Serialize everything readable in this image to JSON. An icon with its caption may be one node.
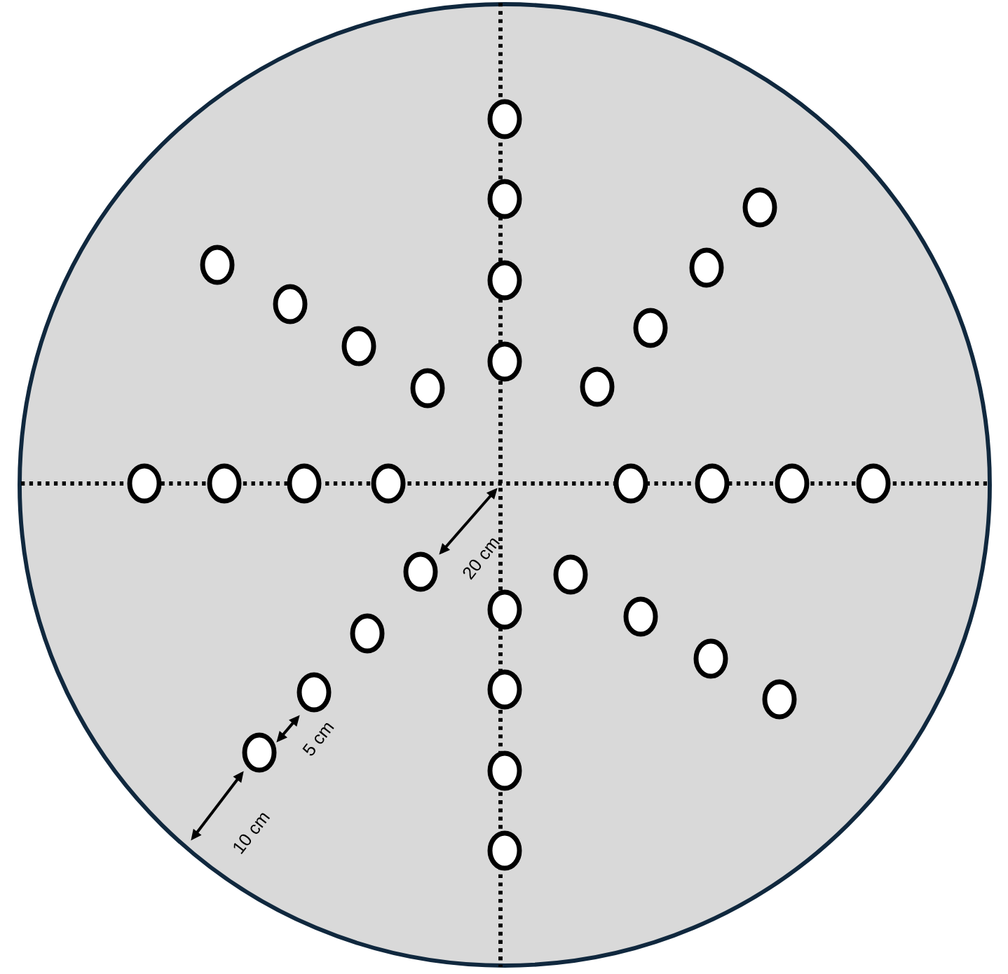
{
  "diagram": {
    "labels": [
      "20 cm",
      "5 cm",
      "10 cm"
    ]
  }
}
